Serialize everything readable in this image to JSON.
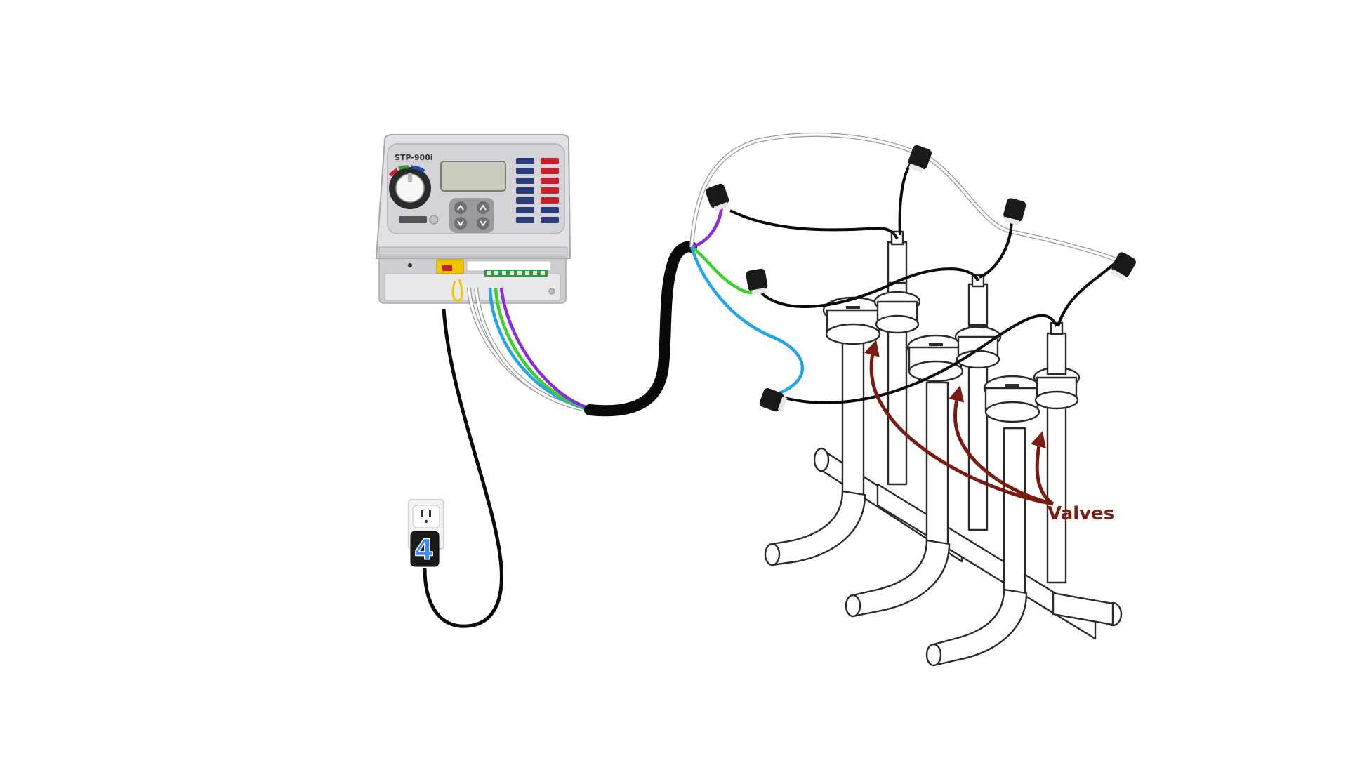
{
  "diagram": {
    "valves_label": "Valves",
    "controller_model": "STP-900i",
    "step_number": "4"
  },
  "colors": {
    "valves_label": "#7a1c10",
    "arrow": "#7a1c10",
    "wire_black": "#0a0a0a",
    "wire_white": "#ffffff",
    "wire_purple": "#8a2be2",
    "wire_green": "#3fcf2a",
    "wire_blue": "#22a6e8",
    "wire_gray_outline": "#9a9a9a",
    "controller_body": "#d9d9dc",
    "controller_frame": "#c4c4c8",
    "lcd_screen": "#c8cdc0",
    "station_button_blue": "#2a3c7a",
    "station_button_red": "#c8202a",
    "step_badge": "#1a1a1a",
    "step_badge_text": "#3a8cff"
  }
}
